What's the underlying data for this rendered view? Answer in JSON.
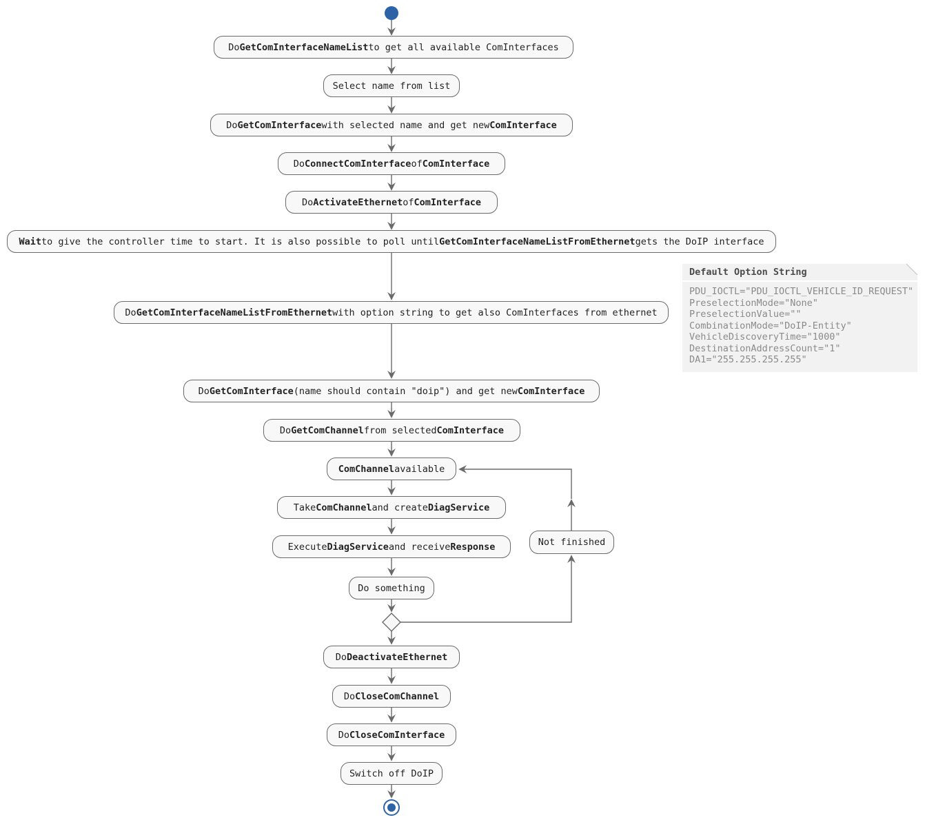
{
  "diagram": {
    "kind": "activity-flowchart",
    "colors": {
      "accent_blue": "#2B63A6",
      "box_fill": "#F8F8F8",
      "box_border": "#6A6A6A",
      "arrow": "#6A6A6A",
      "note_fill": "#F2F2F2",
      "note_title_text": "#4A4A4A",
      "note_body_text": "#8A8A8A",
      "text": "#222222"
    },
    "activities": [
      {
        "name": "get-com-interface-name-list",
        "segments": [
          {
            "t": "Do ",
            "b": false
          },
          {
            "t": "GetComInterfaceNameList",
            "b": true
          },
          {
            "t": " to get all available ComInterfaces",
            "b": false
          }
        ]
      },
      {
        "name": "select-name-from-list",
        "segments": [
          {
            "t": "Select name from list",
            "b": false
          }
        ]
      },
      {
        "name": "get-com-interface",
        "segments": [
          {
            "t": "Do ",
            "b": false
          },
          {
            "t": "GetComInterface",
            "b": true
          },
          {
            "t": " with selected name and get new ",
            "b": false
          },
          {
            "t": "ComInterface",
            "b": true
          }
        ]
      },
      {
        "name": "connect-com-interface",
        "segments": [
          {
            "t": "Do ",
            "b": false
          },
          {
            "t": "ConnectComInterface",
            "b": true
          },
          {
            "t": " of ",
            "b": false
          },
          {
            "t": "ComInterface",
            "b": true
          }
        ]
      },
      {
        "name": "activate-ethernet",
        "segments": [
          {
            "t": "Do ",
            "b": false
          },
          {
            "t": "ActivateEthernet",
            "b": true
          },
          {
            "t": " of ",
            "b": false
          },
          {
            "t": "ComInterface",
            "b": true
          }
        ]
      },
      {
        "name": "wait-for-controller",
        "segments": [
          {
            "t": "Wait",
            "b": true
          },
          {
            "t": " to give the controller time to start. It is also possible to poll until ",
            "b": false
          },
          {
            "t": "GetComInterfaceNameListFromEthernet",
            "b": true
          },
          {
            "t": " gets the DoIP interface",
            "b": false
          }
        ]
      },
      {
        "name": "get-com-interface-name-list-from-ethernet",
        "segments": [
          {
            "t": "Do ",
            "b": false
          },
          {
            "t": "GetComInterfaceNameListFromEthernet",
            "b": true
          },
          {
            "t": " with option string to get also ComInterfaces from ethernet",
            "b": false
          }
        ]
      },
      {
        "name": "get-com-interface-doip",
        "segments": [
          {
            "t": "Do ",
            "b": false
          },
          {
            "t": "GetComInterface",
            "b": true
          },
          {
            "t": " (name should contain \"doip\") and get new ",
            "b": false
          },
          {
            "t": "ComInterface",
            "b": true
          }
        ]
      },
      {
        "name": "get-com-channel",
        "segments": [
          {
            "t": "Do ",
            "b": false
          },
          {
            "t": "GetComChannel",
            "b": true
          },
          {
            "t": " from selected ",
            "b": false
          },
          {
            "t": "ComInterface",
            "b": true
          }
        ]
      },
      {
        "name": "com-channel-available",
        "segments": [
          {
            "t": "ComChannel",
            "b": true
          },
          {
            "t": " available",
            "b": false
          }
        ]
      },
      {
        "name": "create-diag-service",
        "segments": [
          {
            "t": "Take ",
            "b": false
          },
          {
            "t": "ComChannel",
            "b": true
          },
          {
            "t": " and create ",
            "b": false
          },
          {
            "t": "DiagService",
            "b": true
          }
        ]
      },
      {
        "name": "execute-diag-service",
        "segments": [
          {
            "t": "Execute ",
            "b": false
          },
          {
            "t": "DiagService",
            "b": true
          },
          {
            "t": " and receive ",
            "b": false
          },
          {
            "t": "Response",
            "b": true
          }
        ]
      },
      {
        "name": "do-something",
        "segments": [
          {
            "t": "Do something",
            "b": false
          }
        ]
      },
      {
        "name": "deactivate-ethernet",
        "segments": [
          {
            "t": "Do ",
            "b": false
          },
          {
            "t": "DeactivateEthernet",
            "b": true
          }
        ]
      },
      {
        "name": "close-com-channel",
        "segments": [
          {
            "t": "Do ",
            "b": false
          },
          {
            "t": "CloseComChannel",
            "b": true
          }
        ]
      },
      {
        "name": "close-com-interface",
        "segments": [
          {
            "t": "Do ",
            "b": false
          },
          {
            "t": "CloseComInterface",
            "b": true
          }
        ]
      },
      {
        "name": "switch-off-doip",
        "segments": [
          {
            "t": "Switch off DoIP",
            "b": false
          }
        ]
      }
    ],
    "loop_label": {
      "segments": [
        {
          "t": "Not finished",
          "b": false
        }
      ]
    },
    "note": {
      "title": "Default Option String",
      "lines": [
        "PDU_IOCTL=\"PDU_IOCTL_VEHICLE_ID_REQUEST\"",
        "PreselectionMode=\"None\"",
        "PreselectionValue=\"\"",
        "CombinationMode=\"DoIP-Entity\"",
        "VehicleDiscoveryTime=\"1000\"",
        "DestinationAddressCount=\"1\"",
        "DA1=\"255.255.255.255\""
      ]
    }
  }
}
